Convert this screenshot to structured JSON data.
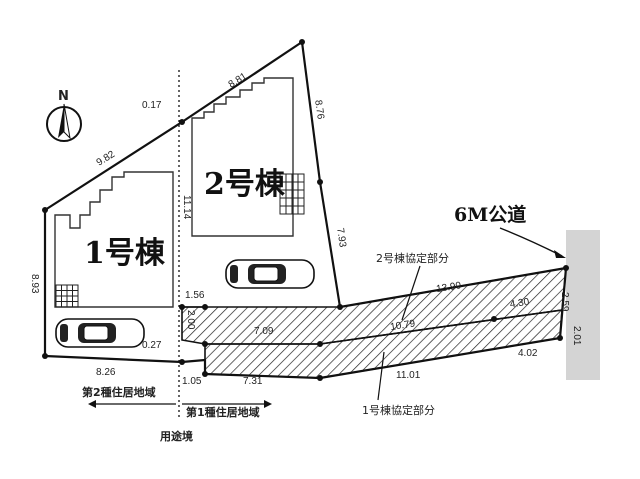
{
  "houses": {
    "house1": "1号棟",
    "house2": "2号棟"
  },
  "road": "6M公道",
  "compass": "N",
  "zones": {
    "zone2": "第2種住居地域",
    "zone1": "第1種住居地域",
    "boundary": "用途境"
  },
  "shared_parts": {
    "house2_shared": "2号棟協定部分",
    "house1_shared": "1号棟協定部分"
  },
  "dimensions": {
    "d_9_82": "9.82",
    "d_0_17": "0.17",
    "d_8_81": "8.81",
    "d_8_76": "8.76",
    "d_7_93": "7.93",
    "d_8_93": "8.93",
    "d_8_26": "8.26",
    "d_0_27": "0.27",
    "d_1_05": "1.05",
    "d_7_31": "7.31",
    "d_11_01": "11.01",
    "d_4_02": "4.02",
    "d_13_90": "13.90",
    "d_10_79": "10.79",
    "d_7_09": "7.09",
    "d_4_30": "4.30",
    "d_2_59": "2.59",
    "d_2_01": "2.01",
    "d_1_56": "1.56",
    "d_2_00": "2.00",
    "d_11_14": "11.14"
  }
}
